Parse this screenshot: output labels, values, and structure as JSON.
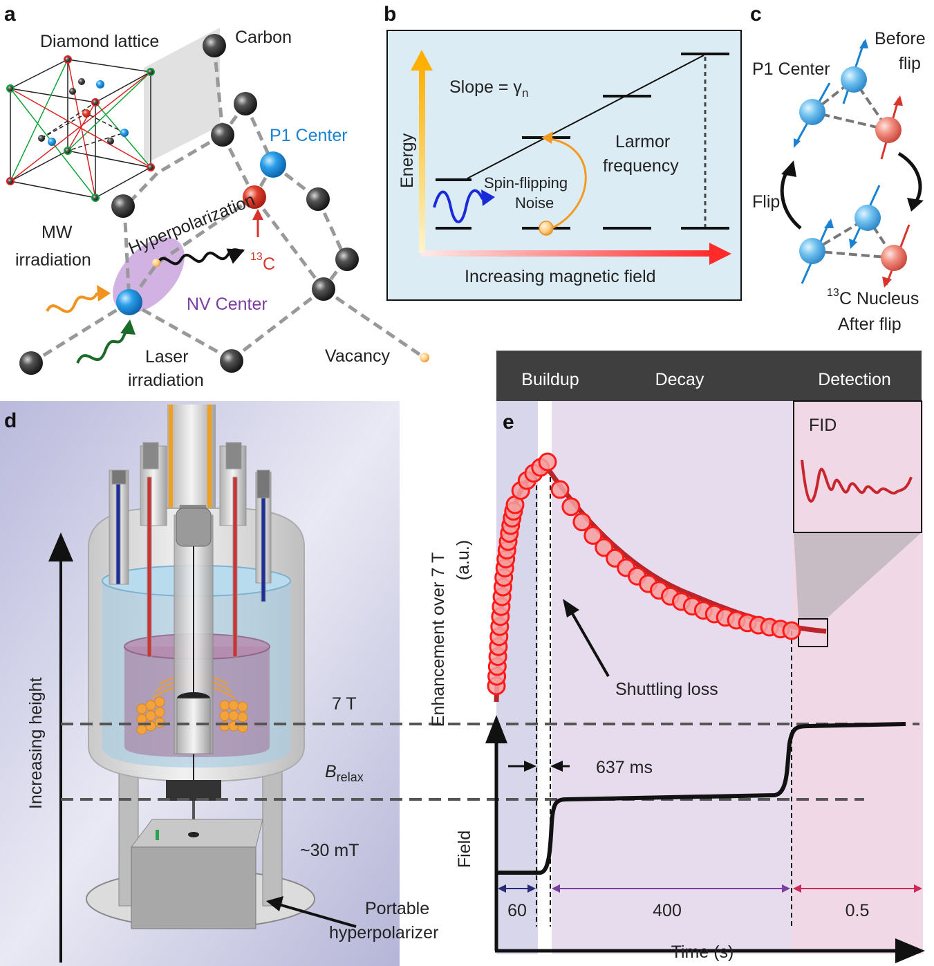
{
  "panels": {
    "a": {
      "letter": "a",
      "diamond_lattice": "Diamond lattice",
      "carbon": "Carbon",
      "p1_center": "P1 Center",
      "hyperpolarization": "Hyperpolarization",
      "c13_sup": "13",
      "c13_main": "C",
      "mw_line1": "MW",
      "mw_line2": "irradiation",
      "nv_center": "NV Center",
      "laser_line1": "Laser",
      "laser_line2": "irradiation",
      "vacancy": "Vacancy"
    },
    "b": {
      "letter": "b",
      "slope": "Slope = γ",
      "slope_sub": "n",
      "energy": "Energy",
      "larmor_line1": "Larmor",
      "larmor_line2": "frequency",
      "spin_line1": "Spin-flipping",
      "spin_line2": "Noise",
      "x_label": "Increasing magnetic field"
    },
    "c": {
      "letter": "c",
      "before_line1": "Before",
      "before_line2": "flip",
      "p1_center": "P1 Center",
      "flip": "Flip",
      "nucleus_sup": "13",
      "nucleus_main": "C Nucleus",
      "after_flip": "After flip"
    },
    "d": {
      "letter": "d",
      "increasing_height": "Increasing height",
      "field_7t": "7 T",
      "b_relax": "B",
      "b_relax_sub": "relax",
      "field_30mt": "~30 mT",
      "portable_line1": "Portable",
      "portable_line2": "hyperpolarizer"
    },
    "e": {
      "letter": "e",
      "header": [
        "Buildup",
        "Decay",
        "Detection"
      ],
      "fid": "FID",
      "y_label_line1": "Enhancement over 7 T",
      "y_label_line2": "(a.u.)",
      "shuttling_loss": "Shuttling loss",
      "shuttle_time": "637 ms",
      "field_label": "Field",
      "durations": [
        "60",
        "400",
        "0.5"
      ],
      "x_label": "Time (s)"
    }
  },
  "colors": {
    "p1_blue": "#1a82d0",
    "c13_red": "#d9342b",
    "nv_purple": "#7b3fa0",
    "data_red": "#ff1a1a",
    "panel_b_bg": "#dcecf5"
  }
}
